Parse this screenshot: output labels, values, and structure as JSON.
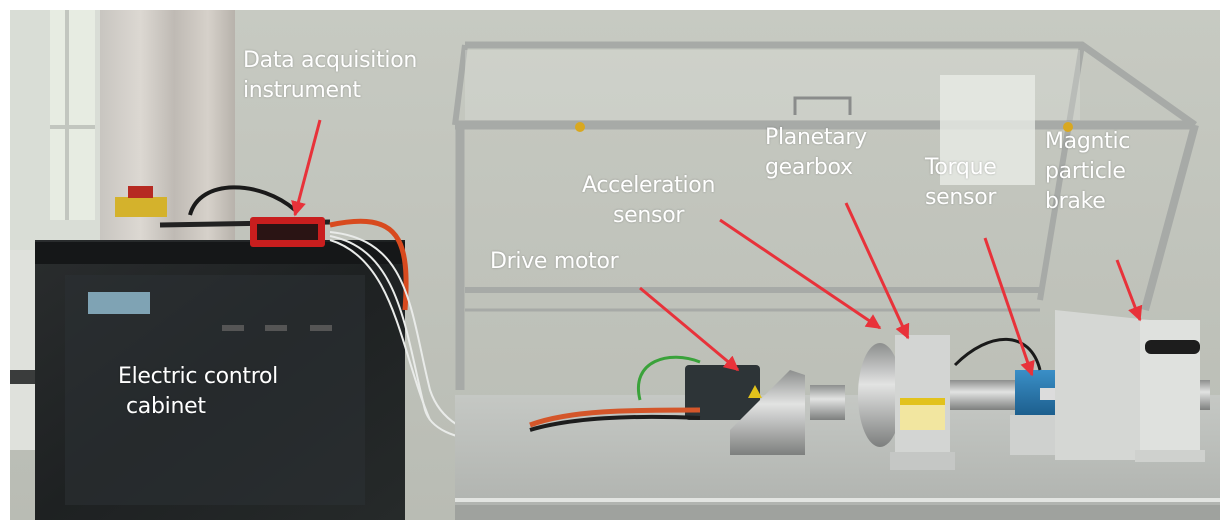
{
  "figure": {
    "description": "Photograph of a planetary gearbox test bench with annotated components",
    "annotation_color": "#e8323a",
    "label_color": "#ffffff"
  },
  "labels": {
    "data_acquisition": {
      "line1": "Data acquisition",
      "line2": "instrument"
    },
    "electric_cabinet": {
      "line1": "Electric control",
      "line2": "cabinet"
    },
    "acceleration_sensor": {
      "line1": "Acceleration",
      "line2": "sensor"
    },
    "drive_motor": {
      "line1": "Drive motor"
    },
    "planetary_gearbox": {
      "line1": "Planetary",
      "line2": "gearbox"
    },
    "torque_sensor": {
      "line1": "Torque",
      "line2": "sensor"
    },
    "magnetic_brake": {
      "line1": "Magntic",
      "line2": "particle",
      "line3": "brake"
    }
  }
}
